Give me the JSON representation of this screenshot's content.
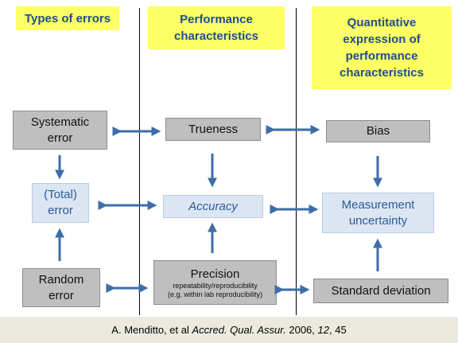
{
  "headers": {
    "types": "Types of errors",
    "performance": "Performance characteristics",
    "quantitative": "Quantitative expression of performance characteristics"
  },
  "boxes": {
    "systematic": "Systematic error",
    "trueness": "Trueness",
    "bias": "Bias",
    "total": "(Total) error",
    "accuracy": "Accuracy",
    "uncertainty": "Measurement uncertainty",
    "random": "Random error",
    "precision": "Precision",
    "precision_sub1": "repeatability/reproducibility",
    "precision_sub2": "(e.g. within lab reproducibility)",
    "stddev": "Standard deviation"
  },
  "footer": {
    "authors": "A. Menditto, et al",
    "journal": "Accred. Qual. Assur.",
    "year": "2006,",
    "volume": "12",
    "pages": ", 45"
  },
  "colors": {
    "arrow": "#3e6da8",
    "header_bg": "#ffff66",
    "header_text": "#1f4e8c",
    "grey_box": "#bfbfbf",
    "blue_box": "#dce6f2"
  }
}
